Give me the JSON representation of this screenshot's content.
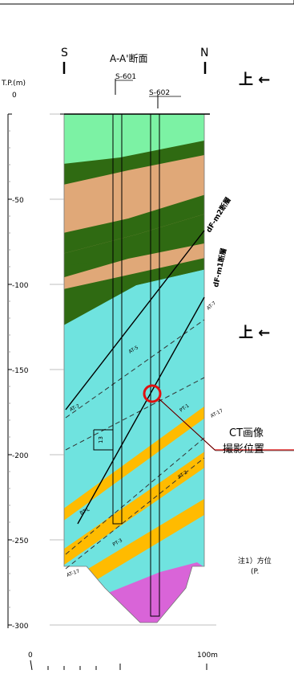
{
  "section": {
    "title": "A-A'断面",
    "dir_left": "S",
    "dir_right": "N",
    "boreholes": [
      "S-601",
      "S-602"
    ]
  },
  "axis": {
    "label": "T.P.(m)",
    "ticks": [
      "0",
      "-50",
      "-100",
      "-150",
      "-200",
      "-250",
      "-300"
    ],
    "scale_labels": [
      "0",
      "100m"
    ]
  },
  "faults": [
    "dF-m2断層",
    "dF-m1断層"
  ],
  "marker_labels": {
    "at7_upper": "AT-7",
    "at7_lower": "AT-7",
    "at5": "AT-5",
    "at17_right": "AT-17",
    "at17_left": "AT-17",
    "pt1": "PT-1",
    "pt2": "PT-2",
    "pt3": "PT-3",
    "btl": "BT-L",
    "offset": "13"
  },
  "ct": {
    "line1": "CT画像",
    "line2": "撮影位置"
  },
  "arrows": {
    "upper": "上 ←",
    "lower": "上 ←"
  },
  "note": {
    "line1": "注1）方位",
    "line2": "(P."
  },
  "colors": {
    "light_green": "#7cf2a4",
    "tan": "#e0a878",
    "dark_green": "#2f6a12",
    "cyan": "#6fe3df",
    "orange": "#ffbb00",
    "magenta": "#d964d8",
    "ct_circle": "#e01010"
  }
}
